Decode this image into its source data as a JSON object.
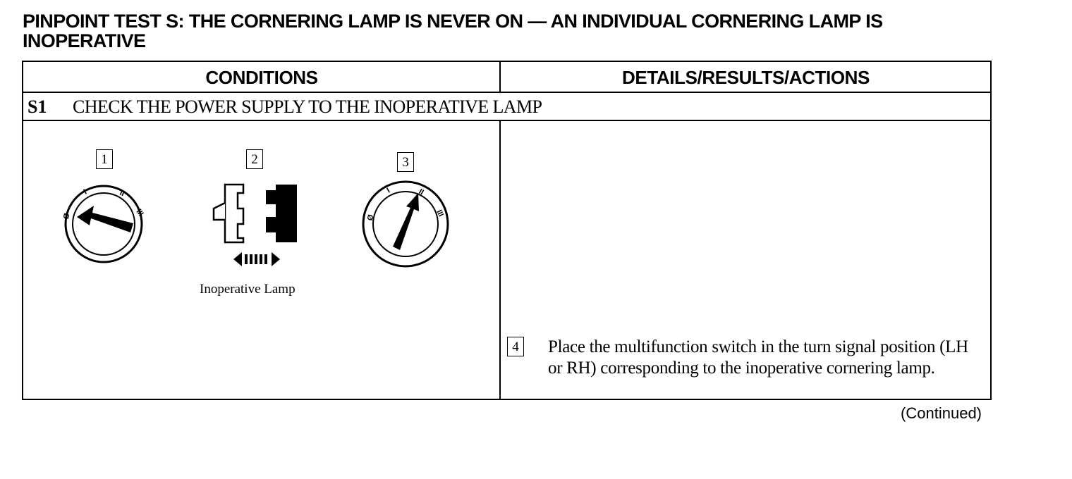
{
  "title": "PINPOINT TEST S:  THE CORNERING LAMP IS NEVER ON — AN INDIVIDUAL CORNERING LAMP IS INOPERATIVE",
  "table": {
    "headers": {
      "conditions": "CONDITIONS",
      "details": "DETAILS/RESULTS/ACTIONS"
    },
    "step": {
      "id": "S1",
      "label": "CHECK THE POWER SUPPLY TO THE INOPERATIVE LAMP"
    },
    "illustrations": [
      {
        "number": "1",
        "icon": "ignition-switch-off-icon"
      },
      {
        "number": "2",
        "icon": "connector-disconnect-icon",
        "caption": "Inoperative Lamp"
      },
      {
        "number": "3",
        "icon": "ignition-switch-run-icon"
      }
    ],
    "switch_labels": {
      "off": "Ø",
      "acc": "I",
      "run": "II",
      "start": "III"
    },
    "action": {
      "number": "4",
      "text": "Place the multifunction switch in the turn signal position (LH or RH) corresponding to the inoperative cornering lamp."
    }
  },
  "footer": {
    "continued": "(Continued)"
  }
}
